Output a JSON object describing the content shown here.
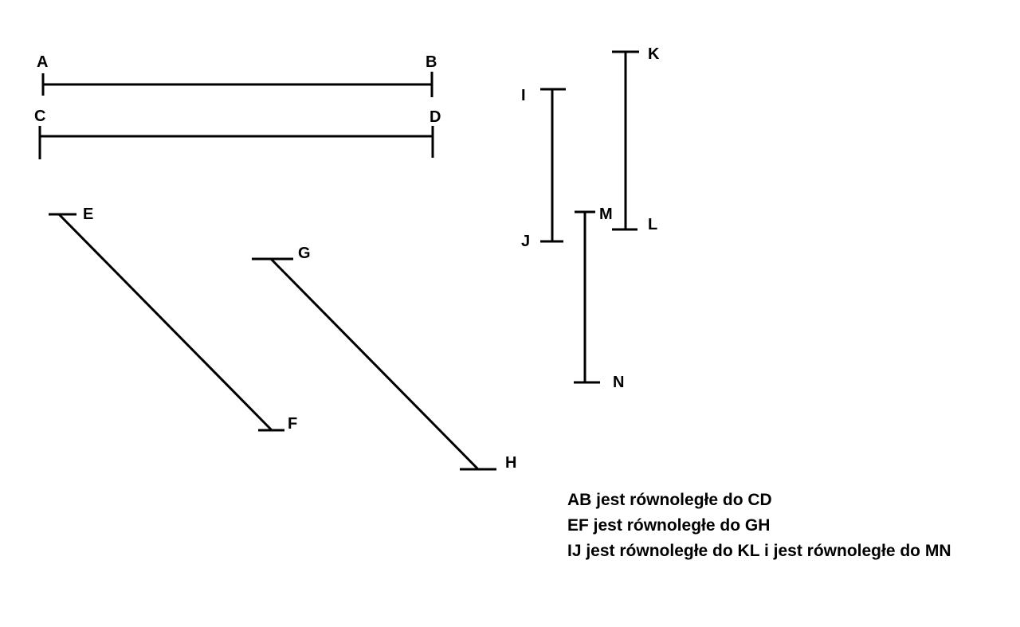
{
  "diagram": {
    "points": {
      "A": "A",
      "B": "B",
      "C": "C",
      "D": "D",
      "E": "E",
      "F": "F",
      "G": "G",
      "H": "H",
      "I": "I",
      "J": "J",
      "K": "K",
      "L": "L",
      "M": "M",
      "N": "N"
    },
    "segments": [
      "AB",
      "CD",
      "EF",
      "GH",
      "IJ",
      "KL",
      "MN"
    ]
  },
  "statements": [
    "AB jest równoległe do CD",
    "EF jest równoległe do GH",
    "IJ jest równoległe do KL i jest równoległe do MN"
  ]
}
